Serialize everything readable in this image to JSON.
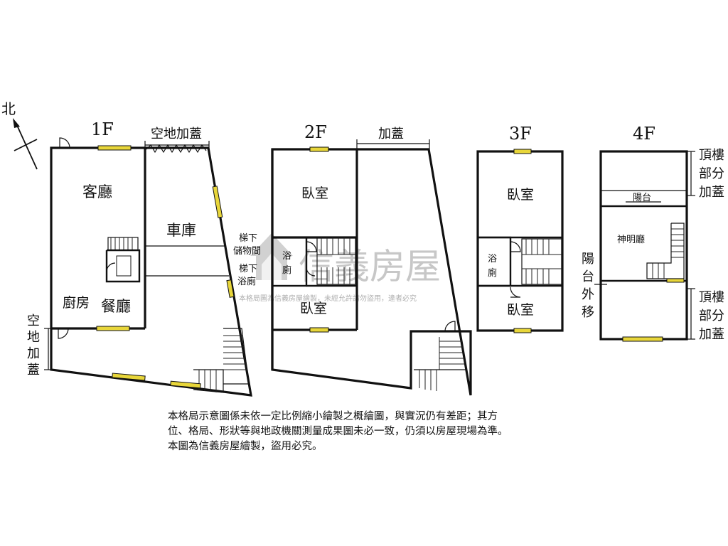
{
  "compass": {
    "label": "北"
  },
  "floors": {
    "f1": {
      "title": "1F",
      "top_annotation": "空地加蓋",
      "side_annotation": [
        "空",
        "地",
        "加",
        "蓋"
      ],
      "rooms": {
        "living": "客廳",
        "garage": "車庫",
        "kitchen": "廚房",
        "dining": "餐廳"
      },
      "stair_storage": [
        "梯下",
        "儲物間"
      ],
      "stair_bath": [
        "梯下",
        "浴廁"
      ]
    },
    "f2": {
      "title": "2F",
      "top_annotation": "加蓋",
      "rooms": {
        "bedroom_top": "臥室",
        "bedroom_bottom": "臥室"
      },
      "bath": [
        "浴",
        "廁"
      ]
    },
    "f3": {
      "title": "3F",
      "rooms": {
        "bedroom_top": "臥室",
        "bedroom_bottom": "臥室"
      },
      "bath": [
        "浴",
        "廁"
      ]
    },
    "f4": {
      "title": "4F",
      "rooms": {
        "balcony": "陽台",
        "shrine": "神明廳"
      },
      "annotation_top": [
        "頂樓",
        "部分",
        "加蓋"
      ],
      "annotation_bottom": [
        "頂樓",
        "部分",
        "加蓋"
      ],
      "balcony_moved": [
        "陽",
        "台",
        "外",
        "移"
      ]
    }
  },
  "watermark": {
    "brand": "信義房屋",
    "notice": "本格局圖為信義房屋繪製，未經允許請勿盜用，違者必究"
  },
  "disclaimer": [
    "本格局示意圖係未依一定比例縮小繪製之概繪圖，與實況仍有差距；其方",
    "位、格局、形狀等與地政機關測量成果圖未必一致，仍須以房屋現場為準。",
    "本圖為信義房屋繪製，盜用必究。"
  ],
  "colors": {
    "window": "#e8d63a",
    "wall": "#111111",
    "watermark": "#9a9a9a"
  }
}
